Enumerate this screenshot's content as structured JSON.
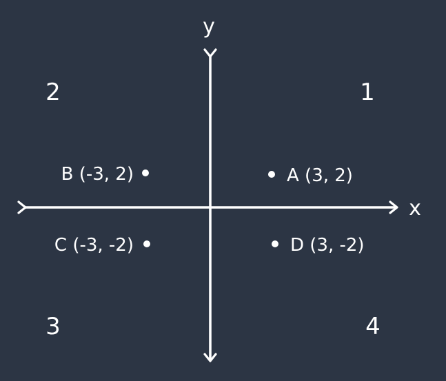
{
  "axes": {
    "x_label": "x",
    "y_label": "y"
  },
  "quadrants": [
    {
      "id": "q1",
      "label": "1"
    },
    {
      "id": "q2",
      "label": "2"
    },
    {
      "id": "q3",
      "label": "3"
    },
    {
      "id": "q4",
      "label": "4"
    }
  ],
  "points": [
    {
      "id": "A",
      "x": 3,
      "y": 2,
      "label": "A (3, 2)"
    },
    {
      "id": "B",
      "x": -3,
      "y": 2,
      "label": "B (-3, 2)"
    },
    {
      "id": "C",
      "x": -3,
      "y": -2,
      "label": "C (-3, -2)"
    },
    {
      "id": "D",
      "x": 3,
      "y": -2,
      "label": "D (3, -2)"
    }
  ],
  "colors": {
    "background": "#2c3544",
    "foreground": "#ffffff"
  }
}
